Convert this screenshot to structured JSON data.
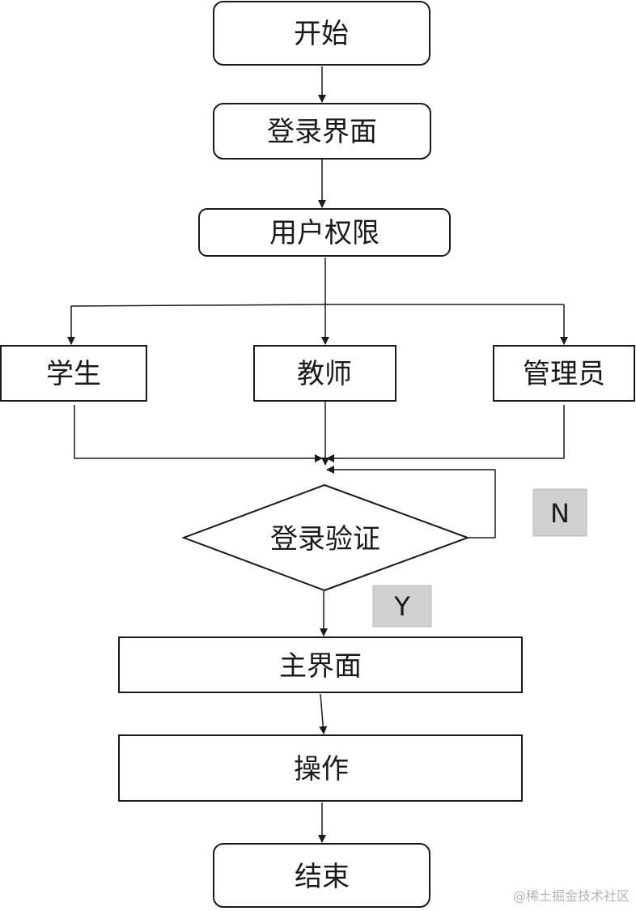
{
  "diagram": {
    "nodes": {
      "start": "开始",
      "login_page": "登录界面",
      "user_permission": "用户权限",
      "student": "学生",
      "teacher": "教师",
      "admin": "管理员",
      "login_check": "登录验证",
      "main_page": "主界面",
      "operation": "操作",
      "end": "结束"
    },
    "branches": {
      "no": "N",
      "yes": "Y"
    }
  },
  "watermark": "@稀土掘金技术社区",
  "colors": {
    "stroke": "#1a1a1a",
    "badge_fill": "#d0d0d0",
    "badge_stroke": "#b8b8b8"
  }
}
